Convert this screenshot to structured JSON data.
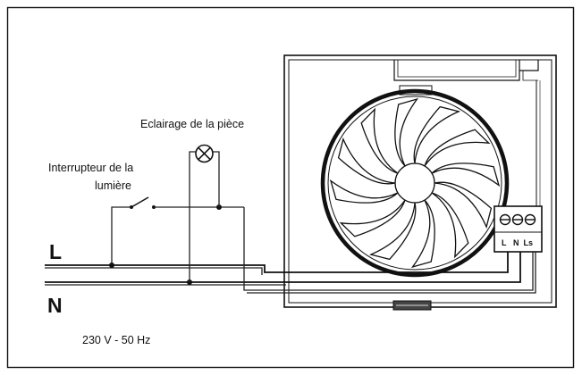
{
  "labels": {
    "lamp": "Eclairage de la pièce",
    "switch_line1": "Interrupteur de la",
    "switch_line2": "lumière",
    "line_L": "L",
    "line_N": "N",
    "voltage": "230 V - 50 Hz"
  },
  "terminal": {
    "t1": "L",
    "t2": "N",
    "t3": "Ls"
  },
  "colors": {
    "line": "#222222",
    "background": "#ffffff"
  }
}
